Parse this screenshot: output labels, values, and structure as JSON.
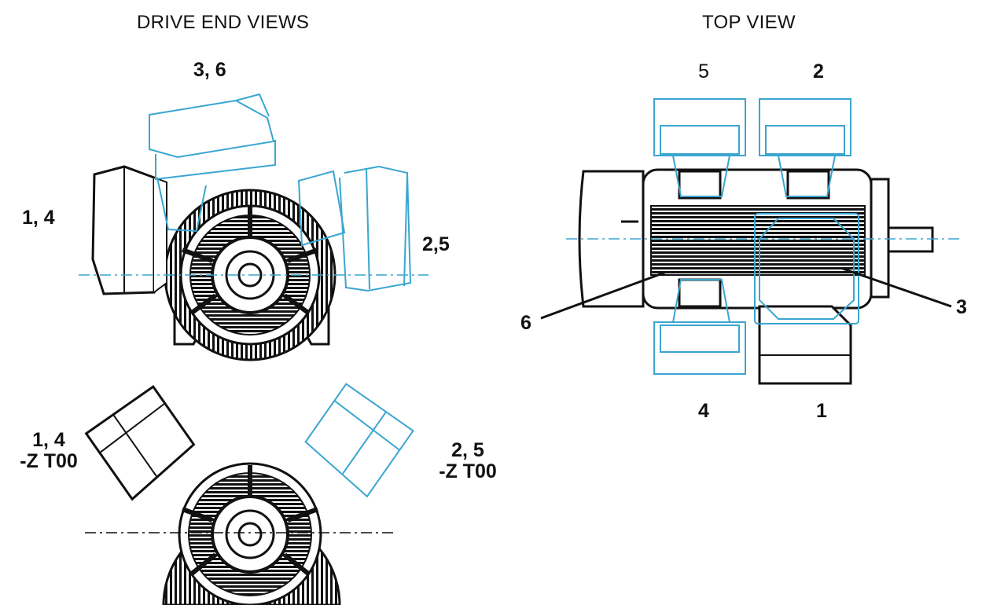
{
  "headings": {
    "drive_end": "DRIVE END VIEWS",
    "top_view": "TOP VIEW"
  },
  "drive_end_upper": {
    "label_top": "3, 6",
    "label_left": "1, 4",
    "label_right": "2,5"
  },
  "drive_end_lower": {
    "label_left_line1": "1, 4",
    "label_left_line2": "-Z T00",
    "label_right_line1": "2, 5",
    "label_right_line2": "-Z T00"
  },
  "top": {
    "label_5": "5",
    "label_2": "2",
    "label_4": "4",
    "label_1": "1",
    "label_6": "6",
    "label_3": "3"
  },
  "colors": {
    "terminal_box_blue": "#3aa6d0",
    "line_black": "#111111",
    "centerline": "#3aa6d0"
  }
}
